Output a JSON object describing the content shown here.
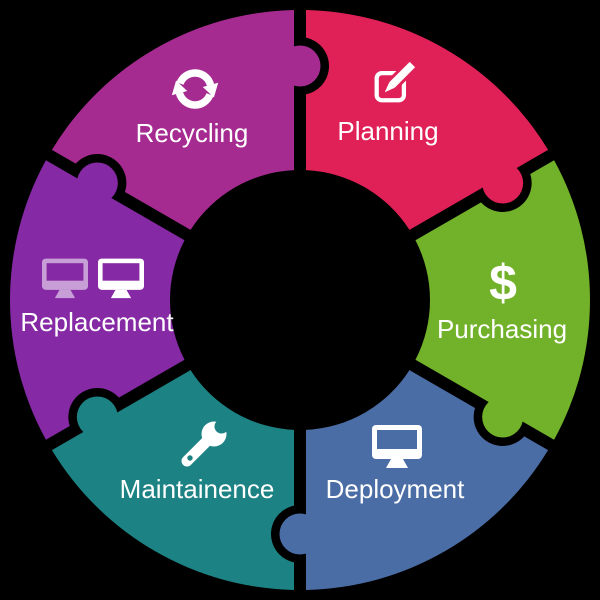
{
  "diagram": {
    "type": "circular-puzzle-cycle",
    "background_color": "#000000",
    "text_color": "#ffffff",
    "segments": [
      {
        "id": "planning",
        "label": "Planning",
        "color": "#E02158",
        "icon": "pencil-edit-icon"
      },
      {
        "id": "purchasing",
        "label": "Purchasing",
        "color": "#72B22A",
        "icon": "dollar-icon",
        "icon_glyph": "$"
      },
      {
        "id": "deployment",
        "label": "Deployment",
        "color": "#4B6DA6",
        "icon": "monitor-icon"
      },
      {
        "id": "maintainence",
        "label": "Maintainence",
        "color": "#1C8283",
        "icon": "wrench-icon"
      },
      {
        "id": "replacement",
        "label": "Replacement",
        "color": "#8529A4",
        "icon": "dual-monitors-icon"
      },
      {
        "id": "recycling",
        "label": "Recycling",
        "color": "#A52B91",
        "icon": "recycle-arrows-icon"
      }
    ]
  }
}
